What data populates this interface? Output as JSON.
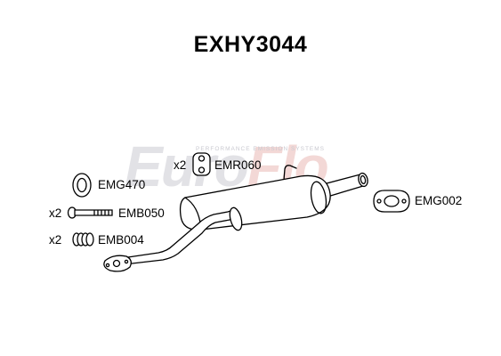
{
  "title": "EXHY3044",
  "watermark": {
    "logo_part1": "Euro",
    "logo_part2": "Flo",
    "tagline": "PERFORMANCE EMISSION SYSTEMS"
  },
  "parts": [
    {
      "code": "EMG470",
      "qty": "",
      "icon": "round-gasket-icon"
    },
    {
      "code": "EMB050",
      "qty": "x2",
      "icon": "bolt-icon"
    },
    {
      "code": "EMB004",
      "qty": "x2",
      "icon": "spring-icon"
    },
    {
      "code": "EMR060",
      "qty": "x2",
      "icon": "rubber-mount-icon"
    },
    {
      "code": "EMG002",
      "qty": "",
      "icon": "flange-gasket-icon"
    }
  ],
  "colors": {
    "line": "#000000",
    "fill": "#ffffff",
    "watermark_grey": "#e2e2e6",
    "watermark_red": "#f3d8d6"
  }
}
